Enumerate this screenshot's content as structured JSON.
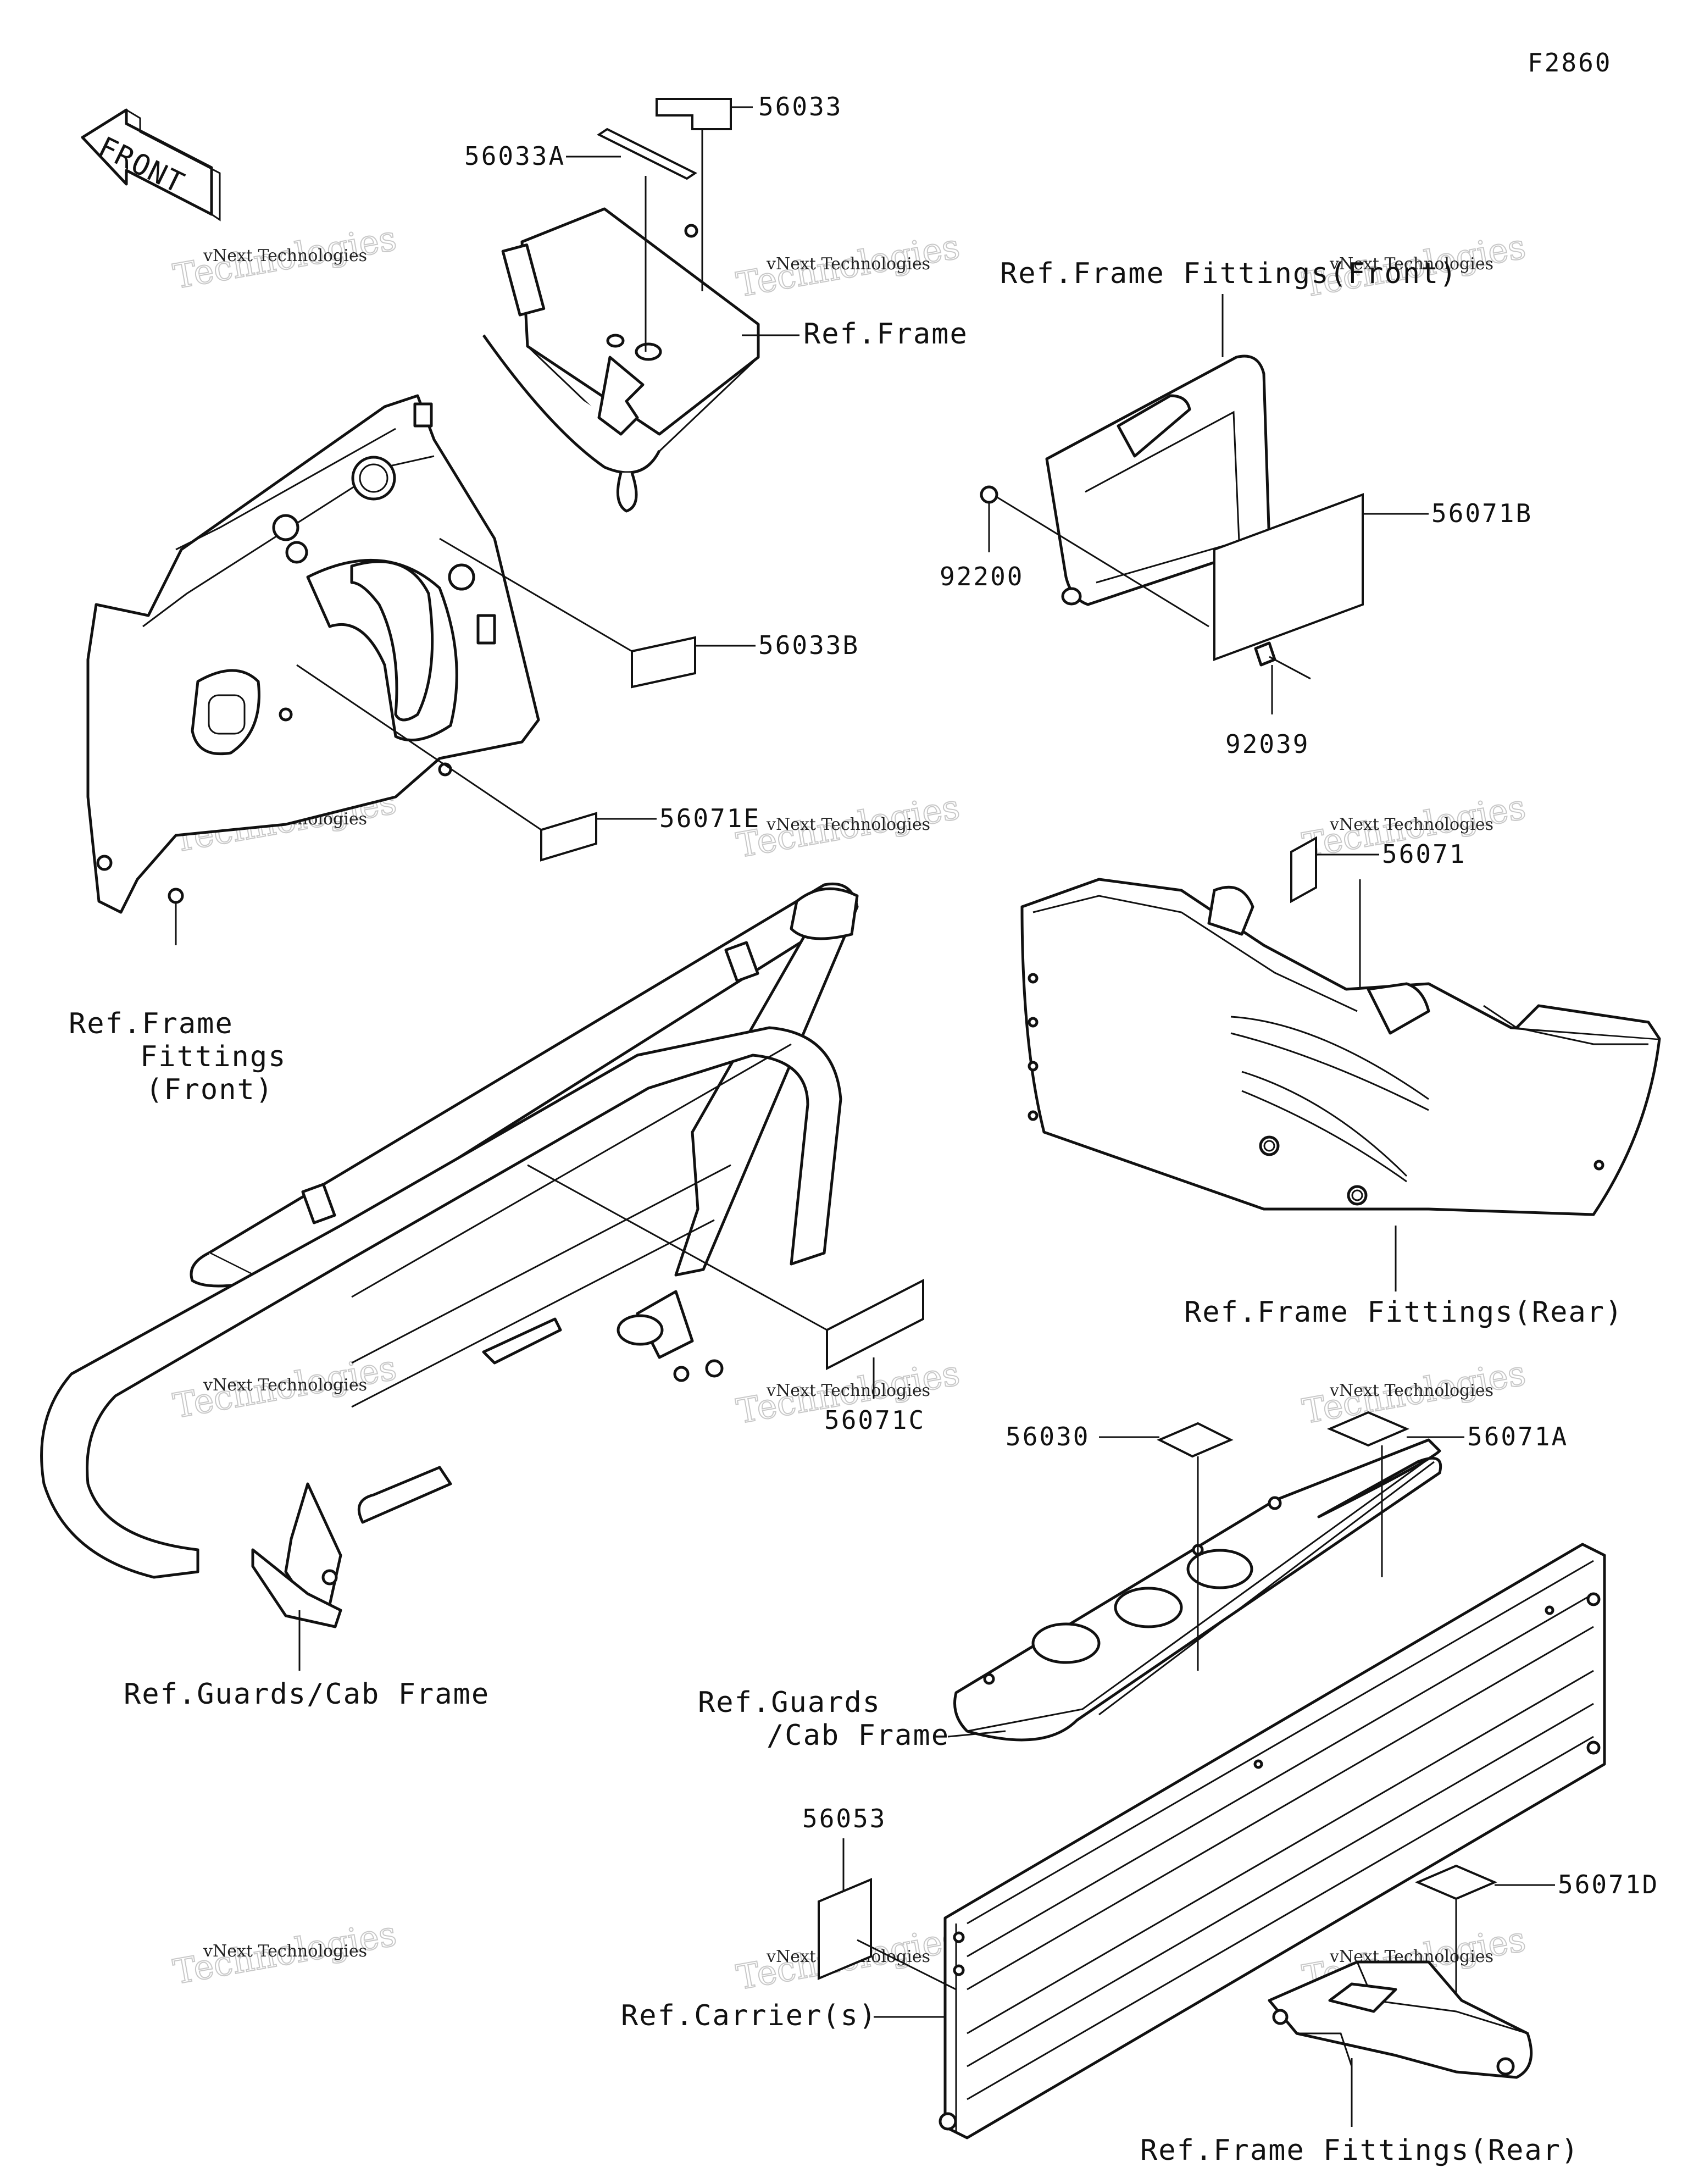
{
  "figure_code": "F2860",
  "front_arrow_label": "FRONT",
  "watermark": {
    "line1": "vNext Technologies",
    "line2": "Technologies"
  },
  "callouts": {
    "c56033": "56033",
    "c56033A": "56033A",
    "ref_frame": "Ref.Frame",
    "ref_frame_fittings_front_top": "Ref.Frame Fittings(Front)",
    "c56071B": "56071B",
    "c92200": "92200",
    "c92039": "92039",
    "c56033B": "56033B",
    "c56071E": "56071E",
    "ref_frame_fittings_front_left_1": "Ref.Frame",
    "ref_frame_fittings_front_left_2": "Fittings",
    "ref_frame_fittings_front_left_3": "(Front)",
    "c56071": "56071",
    "ref_frame_fittings_rear_mid": "Ref.Frame Fittings(Rear)",
    "c56071C": "56071C",
    "c56030": "56030",
    "c56071A": "56071A",
    "ref_guards_cab_left": "Ref.Guards/Cab Frame",
    "ref_guards_cab_right_1": "Ref.Guards",
    "ref_guards_cab_right_2": "/Cab Frame",
    "c56053": "56053",
    "c56071D": "56071D",
    "ref_carriers": "Ref.Carrier(s)",
    "ref_frame_fittings_rear_bottom": "Ref.Frame Fittings(Rear)"
  }
}
